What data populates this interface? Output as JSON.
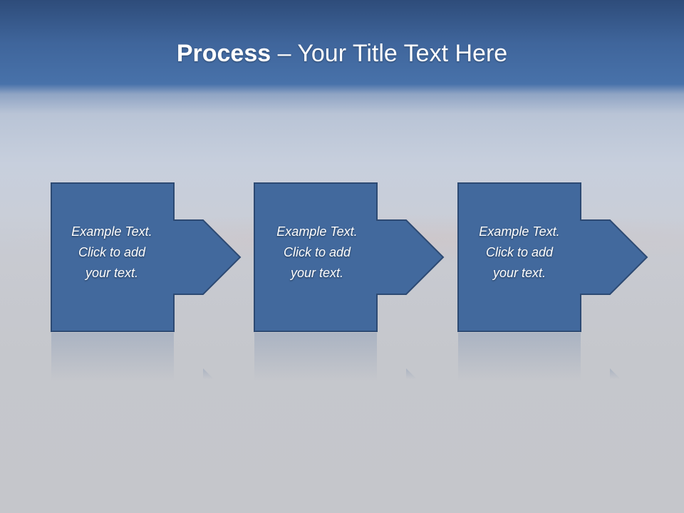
{
  "title": {
    "bold": "Process",
    "rest": " – Your Title Text Here"
  },
  "steps": [
    {
      "line1": "Example Text.",
      "line2": "Click  to add",
      "line3": "your text."
    },
    {
      "line1": "Example Text.",
      "line2": "Click  to add",
      "line3": "your text."
    },
    {
      "line1": "Example Text.",
      "line2": "Click  to add",
      "line3": "your text."
    }
  ],
  "colors": {
    "box_fill": "#42699d",
    "box_border": "#2d4a73",
    "title_text": "#ffffff",
    "step_text": "#ffffff"
  }
}
